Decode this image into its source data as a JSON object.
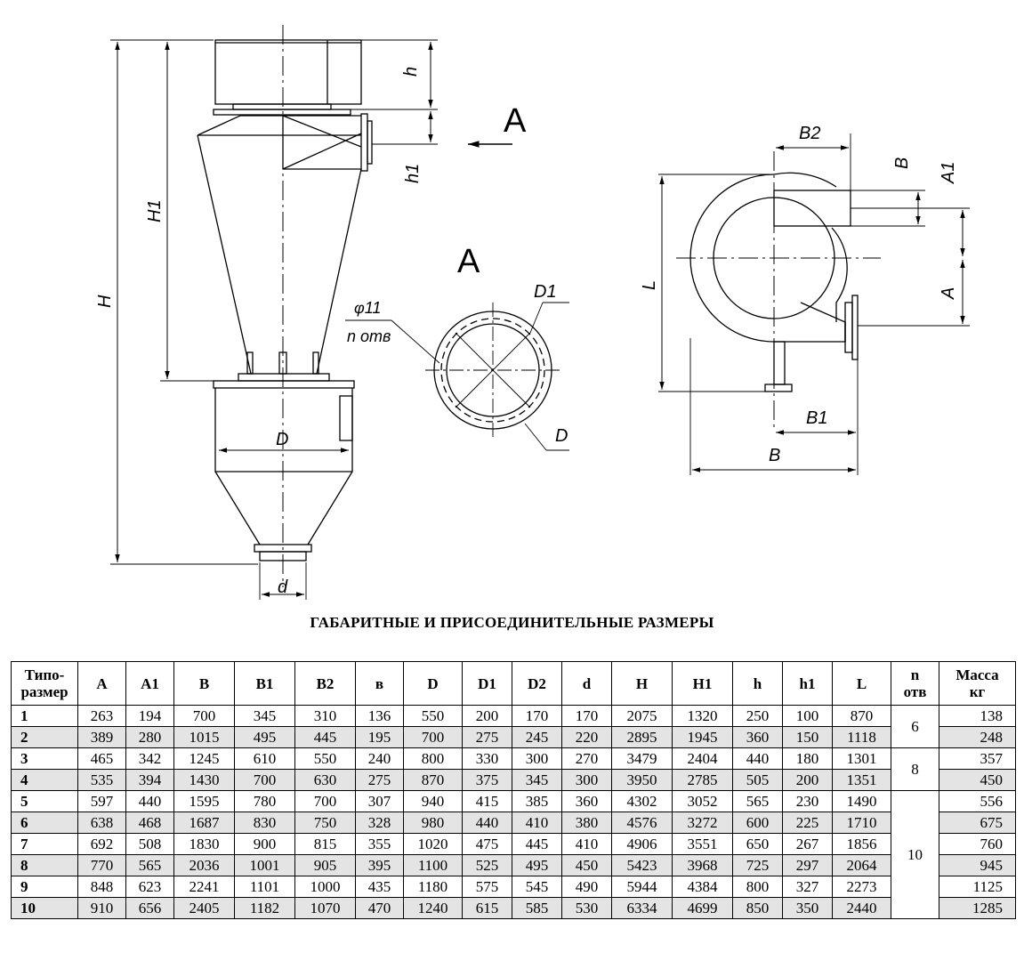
{
  "drawing": {
    "view_label": "A",
    "section_label": "A",
    "dims": {
      "H": "H",
      "H1": "H1",
      "h": "h",
      "h1": "h1",
      "D": "D",
      "d": "d",
      "D1": "D1",
      "D_section": "D",
      "holes_diam": "φ11",
      "holes_n": "n отв",
      "B2": "B2",
      "B_small": "B",
      "A1": "A1",
      "A": "A",
      "L": "L",
      "B1": "B1",
      "B": "B"
    }
  },
  "caption": "ГАБАРИТНЫЕ И ПРИСОЕДИНИТЕЛЬНЫЕ РАЗМЕРЫ",
  "table": {
    "headers": {
      "size_line1": "Типо-",
      "size_line2": "размер",
      "A": "A",
      "A1": "A1",
      "B": "B",
      "B1": "B1",
      "B2": "B2",
      "b": "в",
      "D": "D",
      "D1": "D1",
      "D2": "D2",
      "d": "d",
      "H": "H",
      "H1": "H1",
      "h": "h",
      "h1": "h1",
      "L": "L",
      "n_line1": "n",
      "n_line2": "отв",
      "mass_line1": "Масса",
      "mass_line2": "кг"
    },
    "rows": [
      {
        "size": "1",
        "A": "263",
        "A1": "194",
        "B": "700",
        "B1": "345",
        "B2": "310",
        "b": "136",
        "D": "550",
        "D1": "200",
        "D2": "170",
        "d": "170",
        "H": "2075",
        "H1": "1320",
        "h": "250",
        "h1": "100",
        "L": "870",
        "mass": "138"
      },
      {
        "size": "2",
        "A": "389",
        "A1": "280",
        "B": "1015",
        "B1": "495",
        "B2": "445",
        "b": "195",
        "D": "700",
        "D1": "275",
        "D2": "245",
        "d": "220",
        "H": "2895",
        "H1": "1945",
        "h": "360",
        "h1": "150",
        "L": "1118",
        "mass": "248"
      },
      {
        "size": "3",
        "A": "465",
        "A1": "342",
        "B": "1245",
        "B1": "610",
        "B2": "550",
        "b": "240",
        "D": "800",
        "D1": "330",
        "D2": "300",
        "d": "270",
        "H": "3479",
        "H1": "2404",
        "h": "440",
        "h1": "180",
        "L": "1301",
        "mass": "357"
      },
      {
        "size": "4",
        "A": "535",
        "A1": "394",
        "B": "1430",
        "B1": "700",
        "B2": "630",
        "b": "275",
        "D": "870",
        "D1": "375",
        "D2": "345",
        "d": "300",
        "H": "3950",
        "H1": "2785",
        "h": "505",
        "h1": "200",
        "L": "1351",
        "mass": "450"
      },
      {
        "size": "5",
        "A": "597",
        "A1": "440",
        "B": "1595",
        "B1": "780",
        "B2": "700",
        "b": "307",
        "D": "940",
        "D1": "415",
        "D2": "385",
        "d": "360",
        "H": "4302",
        "H1": "3052",
        "h": "565",
        "h1": "230",
        "L": "1490",
        "mass": "556"
      },
      {
        "size": "6",
        "A": "638",
        "A1": "468",
        "B": "1687",
        "B1": "830",
        "B2": "750",
        "b": "328",
        "D": "980",
        "D1": "440",
        "D2": "410",
        "d": "380",
        "H": "4576",
        "H1": "3272",
        "h": "600",
        "h1": "225",
        "L": "1710",
        "mass": "675"
      },
      {
        "size": "7",
        "A": "692",
        "A1": "508",
        "B": "1830",
        "B1": "900",
        "B2": "815",
        "b": "355",
        "D": "1020",
        "D1": "475",
        "D2": "445",
        "d": "410",
        "H": "4906",
        "H1": "3551",
        "h": "650",
        "h1": "267",
        "L": "1856",
        "mass": "760"
      },
      {
        "size": "8",
        "A": "770",
        "A1": "565",
        "B": "2036",
        "B1": "1001",
        "B2": "905",
        "b": "395",
        "D": "1100",
        "D1": "525",
        "D2": "495",
        "d": "450",
        "H": "5423",
        "H1": "3968",
        "h": "725",
        "h1": "297",
        "L": "2064",
        "mass": "945"
      },
      {
        "size": "9",
        "A": "848",
        "A1": "623",
        "B": "2241",
        "B1": "1101",
        "B2": "1000",
        "b": "435",
        "D": "1180",
        "D1": "575",
        "D2": "545",
        "d": "490",
        "H": "5944",
        "H1": "4384",
        "h": "800",
        "h1": "327",
        "L": "2273",
        "mass": "1125"
      },
      {
        "size": "10",
        "A": "910",
        "A1": "656",
        "B": "2405",
        "B1": "1182",
        "B2": "1070",
        "b": "470",
        "D": "1240",
        "D1": "615",
        "D2": "585",
        "d": "530",
        "H": "6334",
        "H1": "4699",
        "h": "850",
        "h1": "350",
        "L": "2440",
        "mass": "1285"
      }
    ],
    "n_holes_groups": [
      {
        "value": "6",
        "rows": 2
      },
      {
        "value": "8",
        "rows": 2
      },
      {
        "value": "10",
        "rows": 6
      }
    ]
  }
}
